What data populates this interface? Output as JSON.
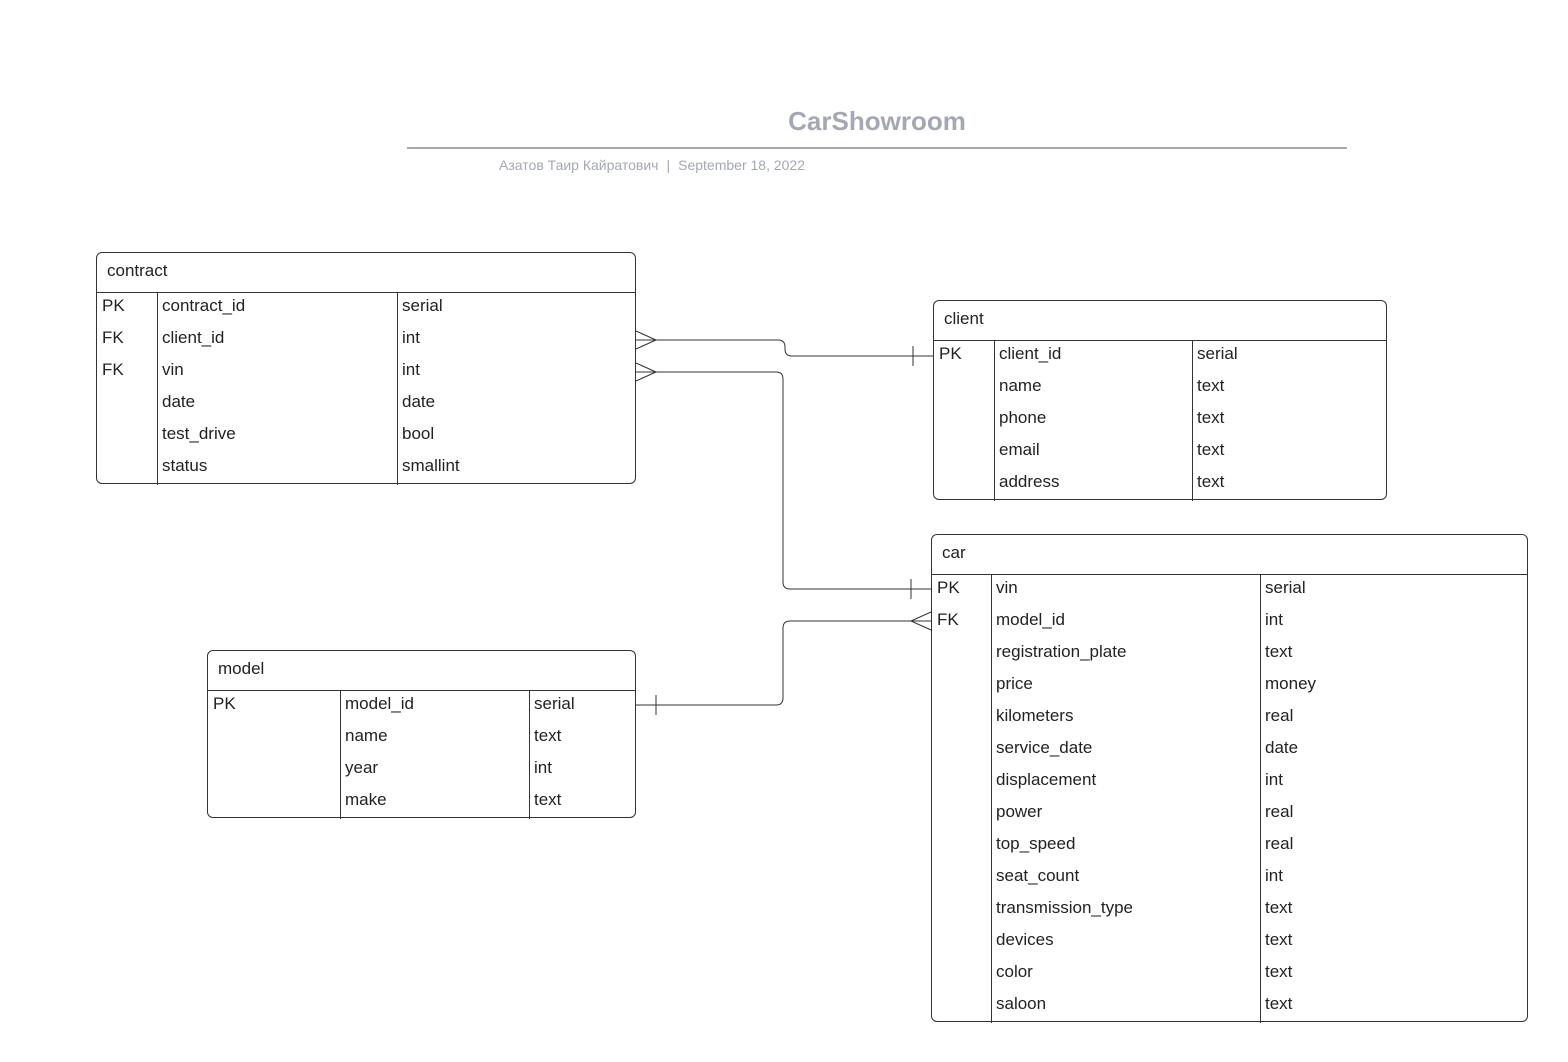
{
  "diagram": {
    "title": "CarShowroom",
    "author": "Азатов Таир Кайратович",
    "separator": "|",
    "date": "September 18, 2022"
  },
  "entities": {
    "contract": {
      "name": "contract",
      "rows": [
        {
          "key": "PK",
          "field": "contract_id",
          "type": "serial"
        },
        {
          "key": "FK",
          "field": "client_id",
          "type": "int"
        },
        {
          "key": "FK",
          "field": "vin",
          "type": "int"
        },
        {
          "key": "",
          "field": "date",
          "type": "date"
        },
        {
          "key": "",
          "field": "test_drive",
          "type": "bool"
        },
        {
          "key": "",
          "field": "status",
          "type": "smallint"
        }
      ]
    },
    "client": {
      "name": "client",
      "rows": [
        {
          "key": "PK",
          "field": "client_id",
          "type": "serial"
        },
        {
          "key": "",
          "field": "name",
          "type": "text"
        },
        {
          "key": "",
          "field": "phone",
          "type": "text"
        },
        {
          "key": "",
          "field": "email",
          "type": "text"
        },
        {
          "key": "",
          "field": "address",
          "type": "text"
        }
      ]
    },
    "car": {
      "name": "car",
      "rows": [
        {
          "key": "PK",
          "field": "vin",
          "type": "serial"
        },
        {
          "key": "FK",
          "field": "model_id",
          "type": "int"
        },
        {
          "key": "",
          "field": "registration_plate",
          "type": "text"
        },
        {
          "key": "",
          "field": "price",
          "type": "money"
        },
        {
          "key": "",
          "field": "kilometers",
          "type": "real"
        },
        {
          "key": "",
          "field": "service_date",
          "type": "date"
        },
        {
          "key": "",
          "field": "displacement",
          "type": "int"
        },
        {
          "key": "",
          "field": "power",
          "type": "real"
        },
        {
          "key": "",
          "field": "top_speed",
          "type": "real"
        },
        {
          "key": "",
          "field": "seat_count",
          "type": "int"
        },
        {
          "key": "",
          "field": "transmission_type",
          "type": "text"
        },
        {
          "key": "",
          "field": "devices",
          "type": "text"
        },
        {
          "key": "",
          "field": "color",
          "type": "text"
        },
        {
          "key": "",
          "field": "saloon",
          "type": "text"
        }
      ]
    },
    "model": {
      "name": "model",
      "rows": [
        {
          "key": "PK",
          "field": "model_id",
          "type": "serial"
        },
        {
          "key": "",
          "field": "name",
          "type": "text"
        },
        {
          "key": "",
          "field": "year",
          "type": "int"
        },
        {
          "key": "",
          "field": "make",
          "type": "text"
        }
      ]
    }
  },
  "relationships": [
    {
      "from": "contract.client_id",
      "to": "client.client_id",
      "from_end": "many",
      "to_end": "one"
    },
    {
      "from": "contract.vin",
      "to": "car.vin",
      "from_end": "many",
      "to_end": "one"
    },
    {
      "from": "car.model_id",
      "to": "model.model_id",
      "from_end": "many",
      "to_end": "one"
    }
  ],
  "colors": {
    "title": "#a3a8b4",
    "lines": "#333333",
    "text": "#222222"
  }
}
